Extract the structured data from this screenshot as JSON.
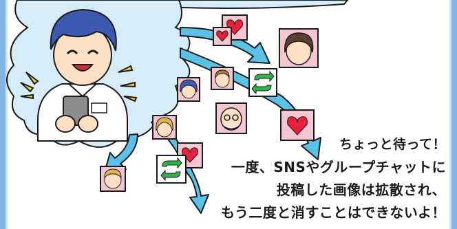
{
  "caption": {
    "line1": "ちょっと待って！",
    "line2": "一度、SNSやグループチャットに",
    "line3": "投稿した画像は拡散され、",
    "line4": "もう二度と消すことはできないよ！"
  },
  "colors": {
    "frame": "#7fb3e0",
    "arrow": "#5bc2e7",
    "heart_bg": "#f4c6d2",
    "heart": "#e8203a",
    "repost": "#2fb34a",
    "cloud": "#d6ecf8"
  }
}
